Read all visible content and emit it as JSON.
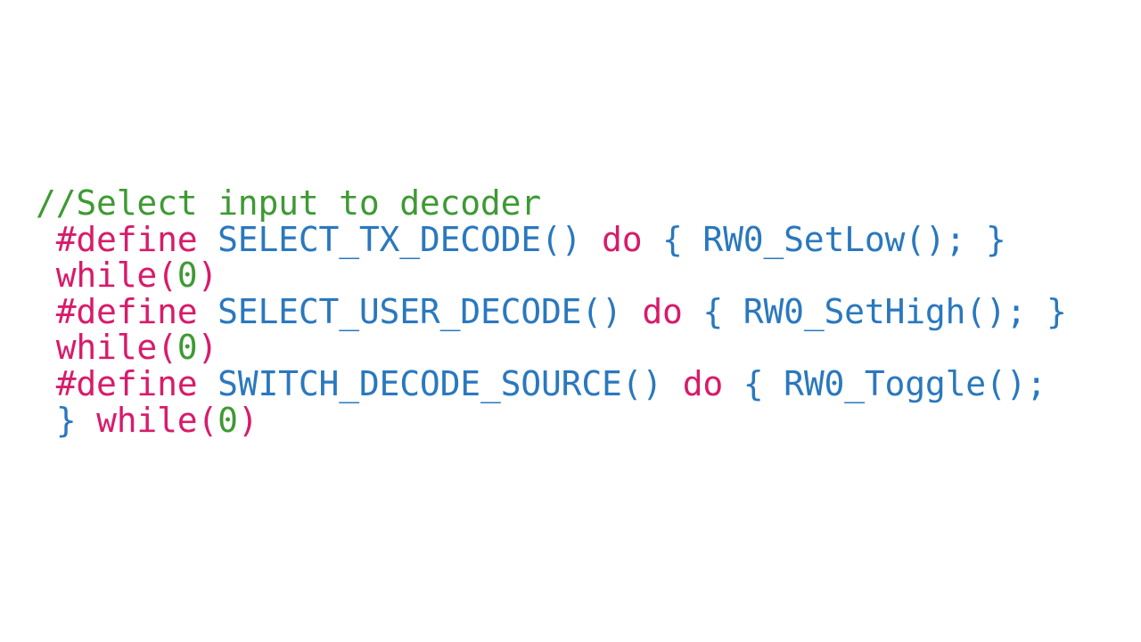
{
  "code": {
    "lines": [
      [
        {
          "text": "//Select input to decoder",
          "kind": "comment"
        }
      ],
      [
        {
          "text": " ",
          "kind": "space"
        },
        {
          "text": "#define",
          "kind": "directive"
        },
        {
          "text": " ",
          "kind": "space"
        },
        {
          "text": "SELECT_TX_DECODE()",
          "kind": "ident"
        },
        {
          "text": " ",
          "kind": "space"
        },
        {
          "text": "do",
          "kind": "keyword"
        },
        {
          "text": " { ",
          "kind": "punct"
        },
        {
          "text": "RW0_SetLow();",
          "kind": "ident"
        },
        {
          "text": " }",
          "kind": "punct"
        }
      ],
      [
        {
          "text": " ",
          "kind": "space"
        },
        {
          "text": "while",
          "kind": "keyword"
        },
        {
          "text": "(",
          "kind": "keyword"
        },
        {
          "text": "0",
          "kind": "number"
        },
        {
          "text": ")",
          "kind": "keyword"
        }
      ],
      [
        {
          "text": " ",
          "kind": "space"
        },
        {
          "text": "#define",
          "kind": "directive"
        },
        {
          "text": " ",
          "kind": "space"
        },
        {
          "text": "SELECT_USER_DECODE()",
          "kind": "ident"
        },
        {
          "text": " ",
          "kind": "space"
        },
        {
          "text": "do",
          "kind": "keyword"
        },
        {
          "text": " { ",
          "kind": "punct"
        },
        {
          "text": "RW0_SetHigh();",
          "kind": "ident"
        },
        {
          "text": " }",
          "kind": "punct"
        }
      ],
      [
        {
          "text": " ",
          "kind": "space"
        },
        {
          "text": "while",
          "kind": "keyword"
        },
        {
          "text": "(",
          "kind": "keyword"
        },
        {
          "text": "0",
          "kind": "number"
        },
        {
          "text": ")",
          "kind": "keyword"
        }
      ],
      [
        {
          "text": " ",
          "kind": "space"
        },
        {
          "text": "#define",
          "kind": "directive"
        },
        {
          "text": " ",
          "kind": "space"
        },
        {
          "text": "SWITCH_DECODE_SOURCE()",
          "kind": "ident"
        },
        {
          "text": " ",
          "kind": "space"
        },
        {
          "text": "do",
          "kind": "keyword"
        },
        {
          "text": " { ",
          "kind": "punct"
        },
        {
          "text": "RW0_Toggle();",
          "kind": "ident"
        }
      ],
      [
        {
          "text": " ",
          "kind": "space"
        },
        {
          "text": "}",
          "kind": "punct"
        },
        {
          "text": " ",
          "kind": "space"
        },
        {
          "text": "while",
          "kind": "keyword"
        },
        {
          "text": "(",
          "kind": "keyword"
        },
        {
          "text": "0",
          "kind": "number"
        },
        {
          "text": ")",
          "kind": "keyword"
        }
      ]
    ]
  },
  "colors": {
    "comment": "#3e9a34",
    "keyword": "#d81b6a",
    "identifier": "#2a78be",
    "number": "#3e9a34",
    "background": "#ffffff"
  }
}
